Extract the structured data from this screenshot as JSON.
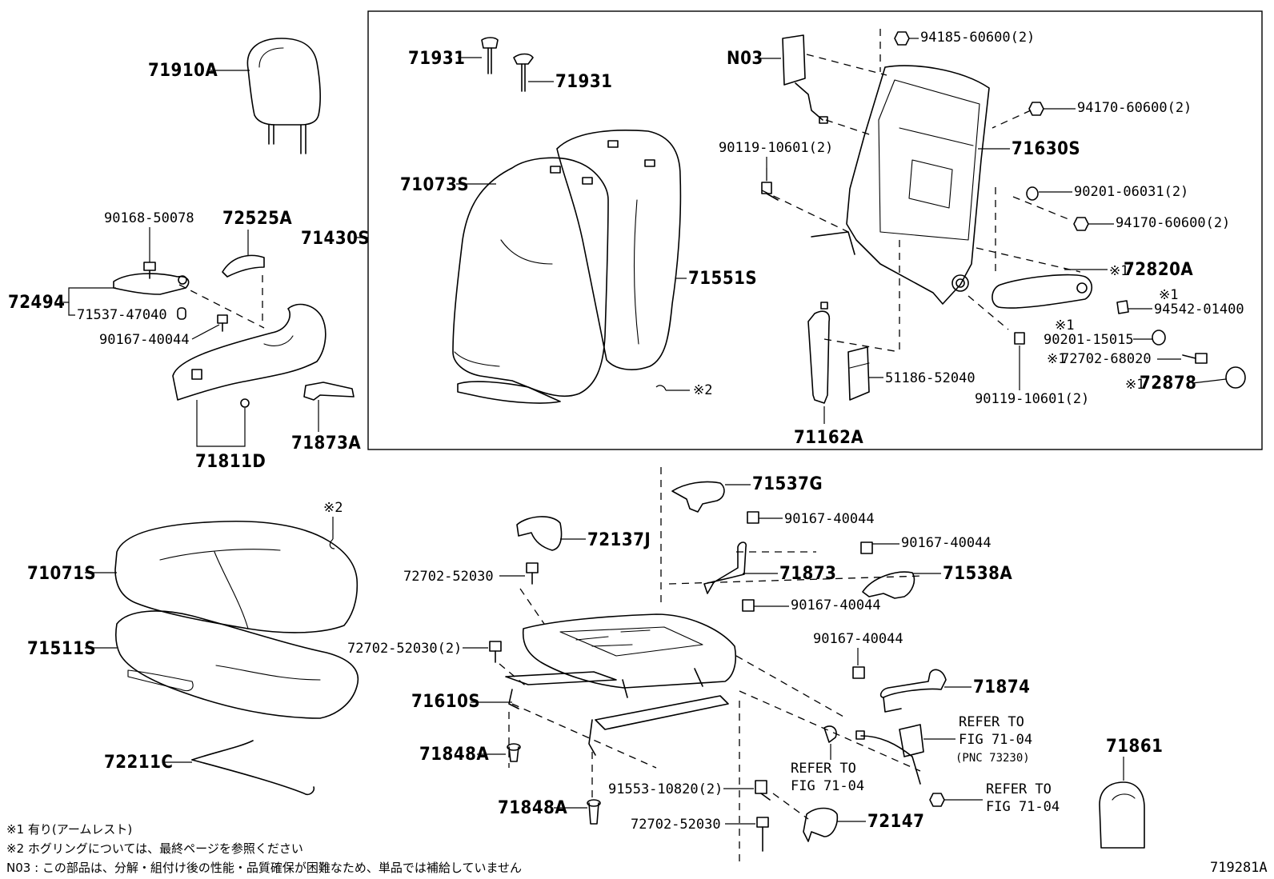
{
  "parts": {
    "headrest": "71910A",
    "bolt_90168": "90168-50078",
    "cover_72525": "72525A",
    "group_72494": "72494",
    "pin_71537": "71537-47040",
    "screw_90167_a": "90167-40044",
    "shield_71811": "71811D",
    "bracket_71873a": "71873A",
    "clip_71931_a": "71931",
    "clip_71931_b": "71931",
    "back_cover": "71073S",
    "back_assy": "71430S",
    "back_pad": "71551S",
    "airbag": "N03",
    "nut_94185": "94185-60600(2)",
    "bolt_90119_a": "90119-10601(2)",
    "nut_94170_a": "94170-60600(2)",
    "back_frame": "71630S",
    "washer_90201_a": "90201-06031(2)",
    "nut_94170_b": "94170-60600(2)",
    "armrest": "72820A",
    "armrest_mark": "※1",
    "nut_94542_mark": "※1",
    "nut_94542": "94542-01400",
    "washer_90201_b_mark": "※1",
    "washer_90201_b": "90201-15015",
    "bolt_72702_mark": "※1",
    "bolt_72702_68": "72702-68020",
    "cap_mark": "※1",
    "cap_72878": "72878",
    "sensor_51186": "51186-52040",
    "bolt_90119_b": "90119-10601(2)",
    "bracket_71162": "71162A",
    "hogring_mark_a": "※2",
    "hogring_mark_b": "※2",
    "cushion_cover": "71071S",
    "cushion_pad": "71511S",
    "wire_72211": "72211C",
    "cover_71537g": "71537G",
    "screw_90167_b": "90167-40044",
    "cover_72137": "72137J",
    "screw_90167_c": "90167-40044",
    "bracket_71873": "71873",
    "cover_71538": "71538A",
    "screw_90167_d": "90167-40044",
    "bolt_72702_52_a": "72702-52030",
    "bolt_72702_52_b": "72702-52030(2)",
    "adjuster": "71610S",
    "screw_90167_e": "90167-40044",
    "bracket_71874": "71874",
    "pin_71848_a": "71848A",
    "pin_71848_b": "71848A",
    "bolt_91553": "91553-10820(2)",
    "bolt_72702_52_c": "72702-52030",
    "cover_72147": "72147",
    "cover_71861": "71861"
  },
  "refer": {
    "a_line1": "REFER TO",
    "a_line2": "FIG 71-04",
    "a_line3": "(PNC 73230)",
    "b_line1": "REFER TO",
    "b_line2": "FIG 71-04",
    "c_line1": "REFER TO",
    "c_line2": "FIG 71-04"
  },
  "notes": {
    "note1": "※1 有り(アームレスト)",
    "note2": "※2  ホグリングについては、最終ページを参照ください",
    "note3": "N03 : この部品は、分解・組付け後の性能・品質確保が困難なため、単品では補給していません"
  },
  "figure_id": "719281A"
}
